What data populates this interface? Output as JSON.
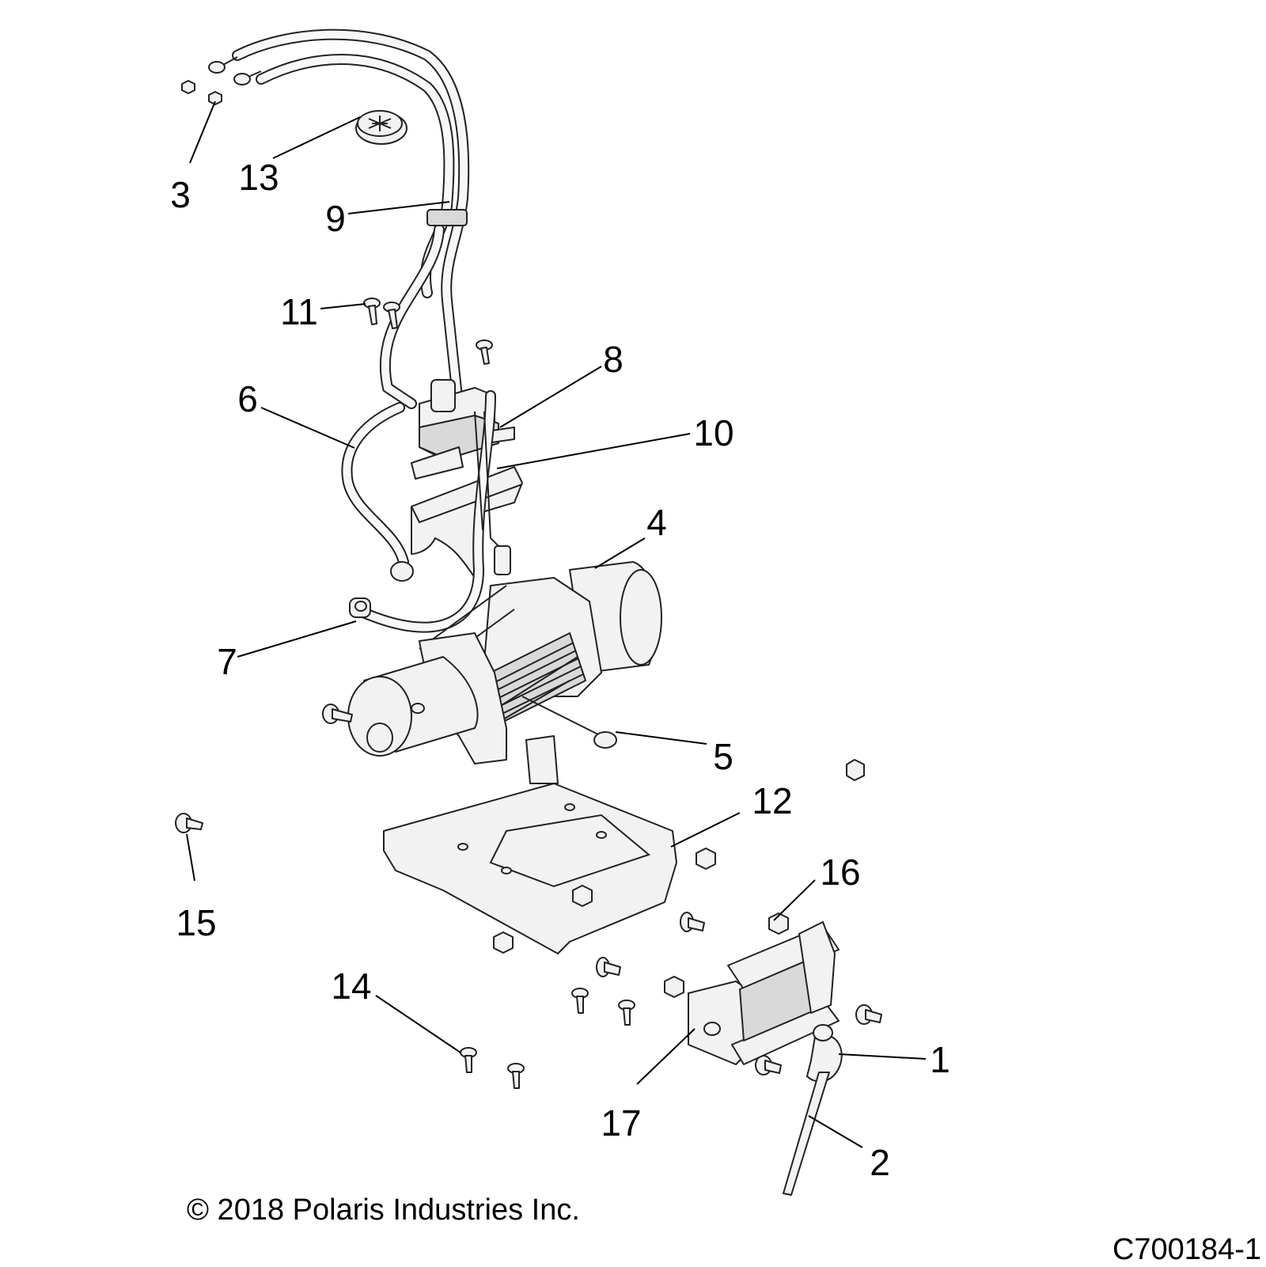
{
  "callouts": [
    {
      "num": "1"
    },
    {
      "num": "2"
    },
    {
      "num": "3"
    },
    {
      "num": "4"
    },
    {
      "num": "5"
    },
    {
      "num": "6"
    },
    {
      "num": "7"
    },
    {
      "num": "8"
    },
    {
      "num": "9"
    },
    {
      "num": "10"
    },
    {
      "num": "11"
    },
    {
      "num": "12"
    },
    {
      "num": "13"
    },
    {
      "num": "14"
    },
    {
      "num": "15"
    },
    {
      "num": "16"
    },
    {
      "num": "17"
    }
  ],
  "footer": {
    "copyright": "© 2018 Polaris Industries Inc.",
    "figure_id": "C700184-1"
  }
}
